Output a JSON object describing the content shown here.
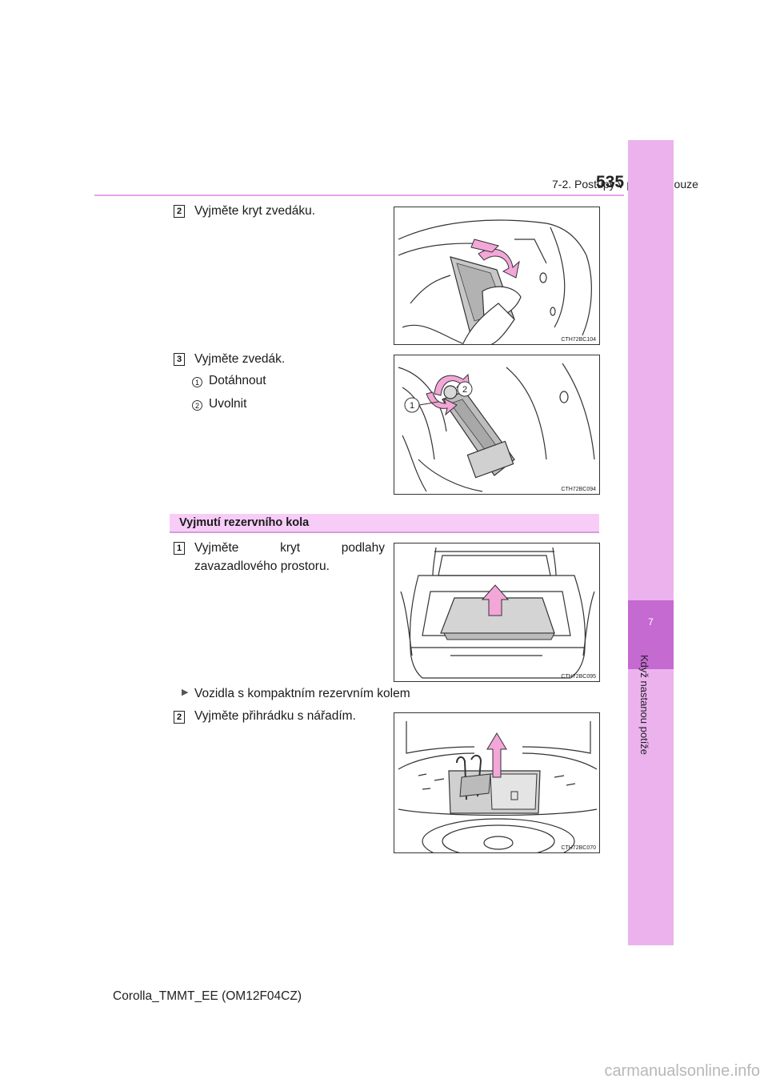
{
  "header": {
    "title": "7-2. Postupy v případě nouze",
    "page_number": "535"
  },
  "side_tab": {
    "chapter_number": "7",
    "label": "Když nastanou potíže"
  },
  "steps_top": [
    {
      "badge": "2",
      "text": "Vyjměte kryt zvedáku.",
      "figure_code": "CTH72BC104"
    },
    {
      "badge": "3",
      "text": "Vyjměte zvedák.",
      "figure_code": "CTH72BC094",
      "subitems": [
        {
          "n": "1",
          "text": "Dotáhnout"
        },
        {
          "n": "2",
          "text": "Uvolnit"
        }
      ]
    }
  ],
  "section": {
    "title": "Vyjmutí rezervního kola"
  },
  "steps_bottom": [
    {
      "badge": "1",
      "text": "Vyjměte kryt podlahy zavazadlového prostoru.",
      "figure_code": "CTH72BC095"
    },
    {
      "arrow": "▶",
      "text": "Vozidla s kompaktním rezervním kolem"
    },
    {
      "badge": "2",
      "text": "Vyjměte přihrádku s nářadím.",
      "figure_code": "CTH72BC070"
    }
  ],
  "footer": {
    "text": "Corolla_TMMT_EE (OM12F04CZ)"
  },
  "watermark": "carmanualsonline.info",
  "colors": {
    "accent": "#e4a6ea",
    "side_tab": "#ebb2ee",
    "chapter_block": "#c56ad0",
    "heading_bg": "#f7cdf7",
    "arrow_pink": "#f3a6d8"
  }
}
